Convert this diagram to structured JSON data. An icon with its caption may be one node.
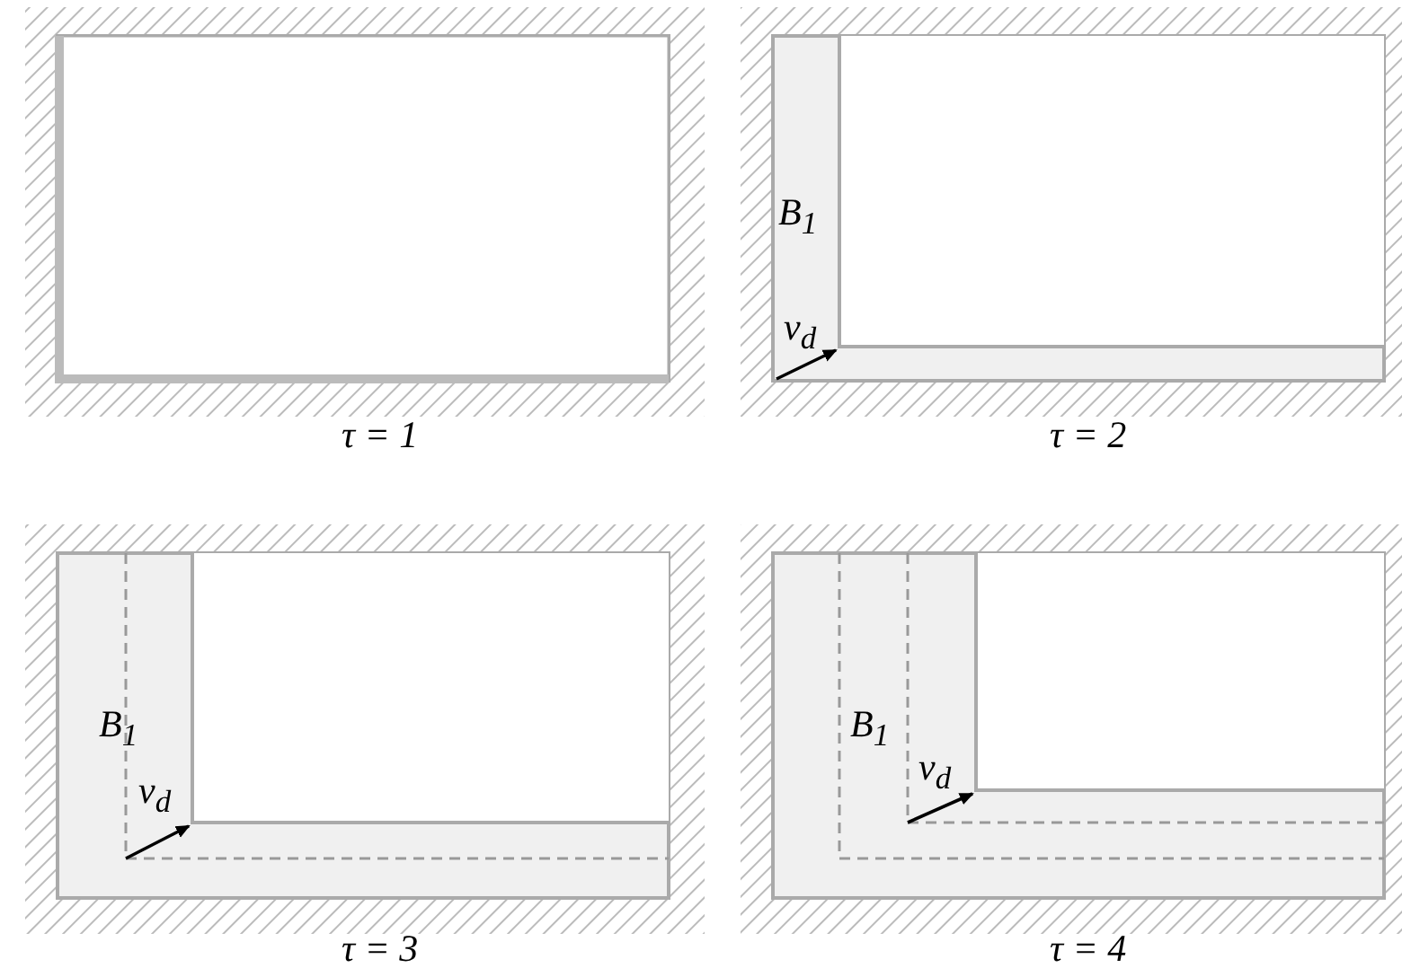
{
  "diagram": {
    "labels": [
      "B$_{1}$",
      "v$_{d}$",
      "τ = 1",
      "τ = 2",
      "B$_{1}$",
      "v$_{d}$",
      "B$_{1}$",
      "v$_{d}$",
      "τ = 3",
      "τ = 4"
    ]
  }
}
